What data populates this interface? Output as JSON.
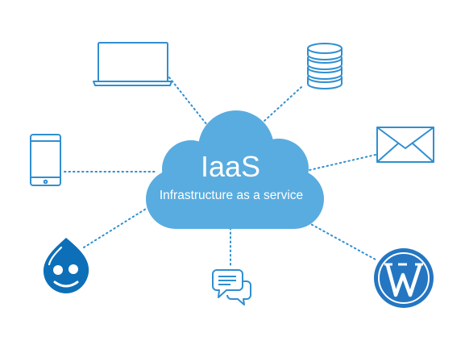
{
  "cloud": {
    "title": "IaaS",
    "subtitle": "Infrastructure as a service"
  },
  "colors": {
    "cloud_fill": "#59acdf",
    "icon_stroke": "#2f8fd1",
    "connector": "#2f8fd1",
    "drupal_blue": "#0d6fb8",
    "wordpress_blue": "#2476c2",
    "text_on_cloud": "#ffffff",
    "background": "#ffffff"
  },
  "nodes": [
    {
      "icon": "laptop-icon"
    },
    {
      "icon": "database-icon"
    },
    {
      "icon": "smartphone-icon"
    },
    {
      "icon": "envelope-icon"
    },
    {
      "icon": "drupal-logo"
    },
    {
      "icon": "chat-bubbles-icon"
    },
    {
      "icon": "wordpress-logo"
    }
  ]
}
